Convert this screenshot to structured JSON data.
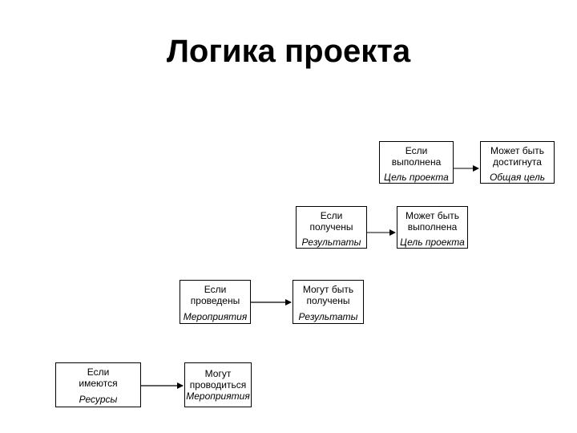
{
  "title": "Логика проекта",
  "boxes": {
    "b1": {
      "top": "Если\nвыполнена",
      "bottom": "Цель проекта"
    },
    "b2": {
      "top": "Может быть\nдостигнута",
      "bottom": "Общая цель"
    },
    "b3": {
      "top": "Если\nполучены",
      "bottom": "Результаты"
    },
    "b4": {
      "top": "Может быть\nвыполнена",
      "bottom": "Цель проекта"
    },
    "b5": {
      "top": "Если\nпроведены",
      "bottom": "Мероприятия"
    },
    "b6": {
      "top": "Могут быть\nполучены",
      "bottom": "Результаты"
    },
    "b7": {
      "top": "Если\nимеются",
      "bottom": "Ресурсы"
    },
    "b8": {
      "top": "Могут\nпроводиться",
      "bottom": "Мероприятия"
    }
  }
}
